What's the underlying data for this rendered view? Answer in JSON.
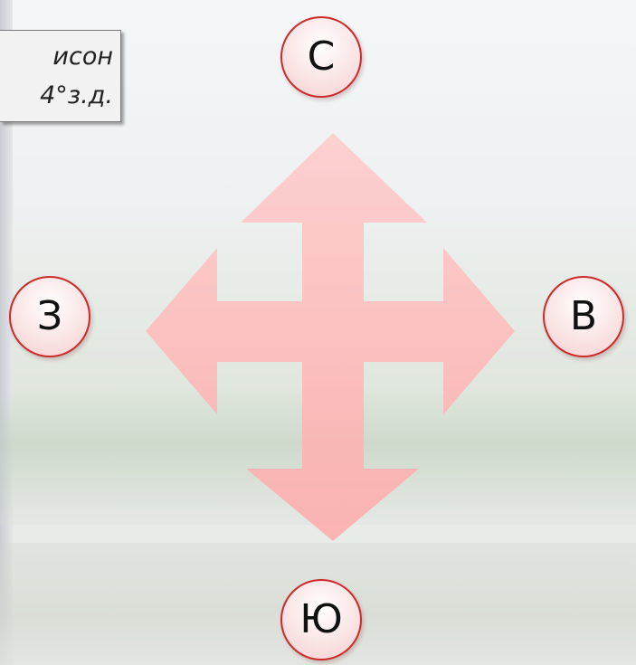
{
  "info_box": {
    "line1": "исон",
    "line2": "4°з.д."
  },
  "compass": {
    "north": "С",
    "west": "З",
    "east": "В",
    "south": "Ю"
  },
  "colors": {
    "arrow_fill": "#ffb8b8",
    "circle_border": "#cc2a2a"
  }
}
